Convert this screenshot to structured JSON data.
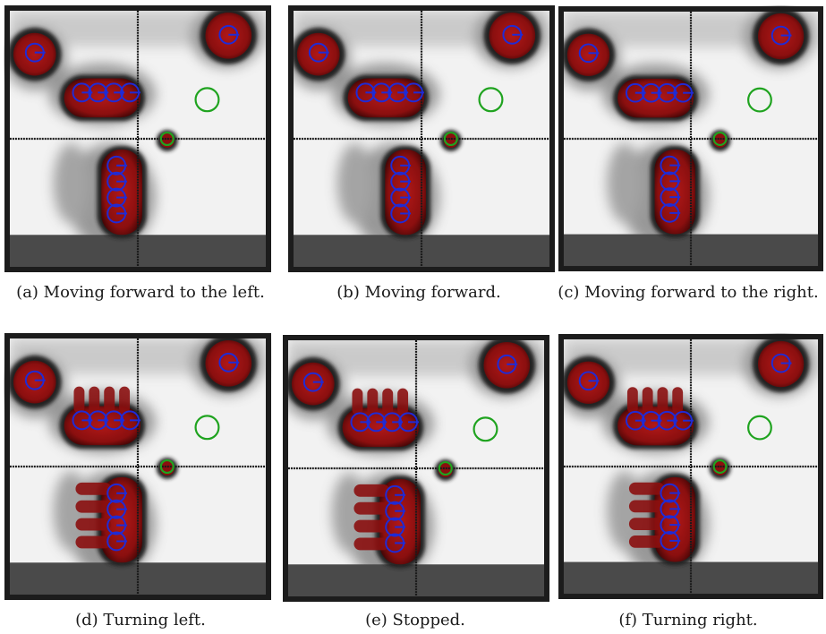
{
  "colors": {
    "frame": "#1c1c1c",
    "floor_band": "#4a4a4a",
    "background": "#f2f2f2",
    "obstacle": "#8b0f0f",
    "obstacle_halo": "#222222",
    "agent_marker": "#1f2bd6",
    "goal_marker": "#1fa31f",
    "grid_line": "#1a1a1a"
  },
  "panels": [
    {
      "id": "a",
      "caption": "(a) Moving forward to the left.",
      "motion": "forward-left"
    },
    {
      "id": "b",
      "caption": "(b) Moving forward.",
      "motion": "forward"
    },
    {
      "id": "c",
      "caption": "(c) Moving forward to the right.",
      "motion": "forward-right"
    },
    {
      "id": "d",
      "caption": "(d) Turning left.",
      "motion": "turn-left"
    },
    {
      "id": "e",
      "caption": "(e) Stopped.",
      "motion": "stopped"
    },
    {
      "id": "f",
      "caption": "(f) Turning right.",
      "motion": "turn-right"
    }
  ]
}
